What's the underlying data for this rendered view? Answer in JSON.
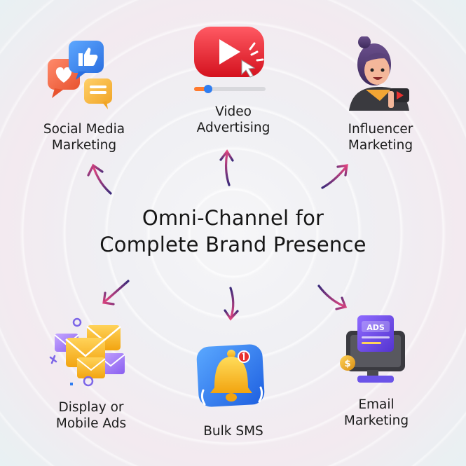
{
  "title": {
    "line1": "Omni-Channel for",
    "line2": "Complete Brand Presence"
  },
  "channels": [
    {
      "line1": "Social Media",
      "line2": "Marketing",
      "icon": "social-media-icon"
    },
    {
      "line1": "Video",
      "line2": "Advertising",
      "icon": "video-play-icon"
    },
    {
      "line1": "Influencer",
      "line2": "Marketing",
      "icon": "influencer-avatar-icon"
    },
    {
      "line1": "Display or",
      "line2": "Mobile Ads",
      "icon": "envelopes-icon"
    },
    {
      "line1": "Bulk SMS",
      "line2": "",
      "icon": "notification-bell-icon"
    },
    {
      "line1": "Email",
      "line2": "Marketing",
      "icon": "ads-monitor-icon"
    }
  ],
  "colors": {
    "arrow_start": "#3b2a7a",
    "arrow_end": "#e2457f",
    "text": "#1b1b1b"
  }
}
